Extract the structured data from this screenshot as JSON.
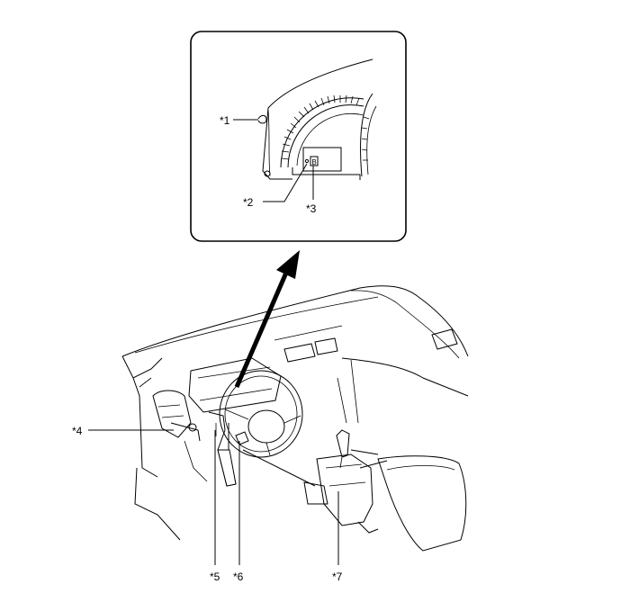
{
  "callouts": {
    "c1": "*1",
    "c2": "*2",
    "c3": "*3",
    "c4": "*4",
    "c5": "*5",
    "c6": "*6",
    "c7": "*7"
  },
  "colors": {
    "line": "#000000",
    "background": "#ffffff"
  },
  "icons": {
    "arrow": "bold-arrow-up-right",
    "gauge": "combination-meter"
  }
}
